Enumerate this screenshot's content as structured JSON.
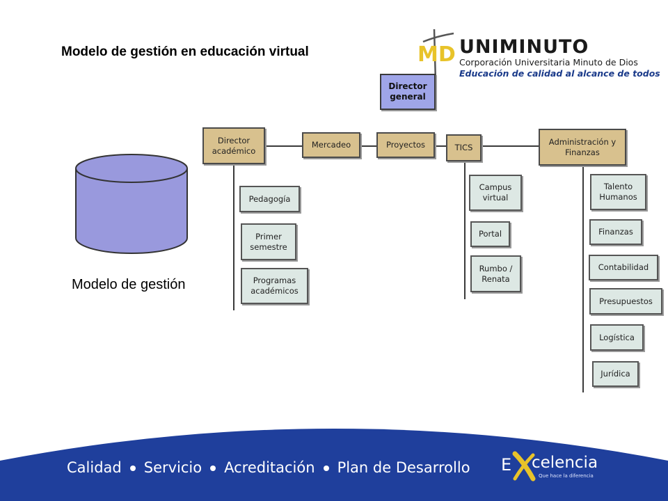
{
  "slide": {
    "title": "Modelo de gestión en educación virtual",
    "caption": "Modelo de gestión"
  },
  "logo": {
    "brand": "UNIMINUTO",
    "line1": "Corporación Universitaria Minuto de Dios",
    "line2": "Educación de calidad al alcance de todos",
    "mark": "MD"
  },
  "org": {
    "director_general": "Director\ngeneral",
    "director_academico": "Director\nacadémico",
    "mercadeo": "Mercadeo",
    "proyectos": "Proyectos",
    "tics": "TICS",
    "administracion": "Administración y\nFinanzas",
    "academico_children": [
      "Pedagogía",
      "Primer\nsemestre",
      "Programas\nacadémicos"
    ],
    "tics_children": [
      "Campus\nvirtual",
      "Portal",
      "Rumbo /\nRenata"
    ],
    "admin_children": [
      "Talento\nHumanos",
      "Finanzas",
      "Contabilidad",
      "Presupuestos",
      "Logística",
      "Jurídica"
    ]
  },
  "footer": {
    "items": [
      "Calidad",
      "Servicio",
      "Acreditación",
      "Plan de Desarrollo"
    ],
    "excelencia_e": "E",
    "excelencia_word": "celencia",
    "excelencia_tag": "Que hace la diferencia"
  },
  "colors": {
    "cylinder": "#9999dd",
    "footer_blue": "#1f3f9c",
    "tan_box": "#d8c18e",
    "grey_box": "#dde8e4",
    "accent_yellow": "#e8c32a"
  }
}
